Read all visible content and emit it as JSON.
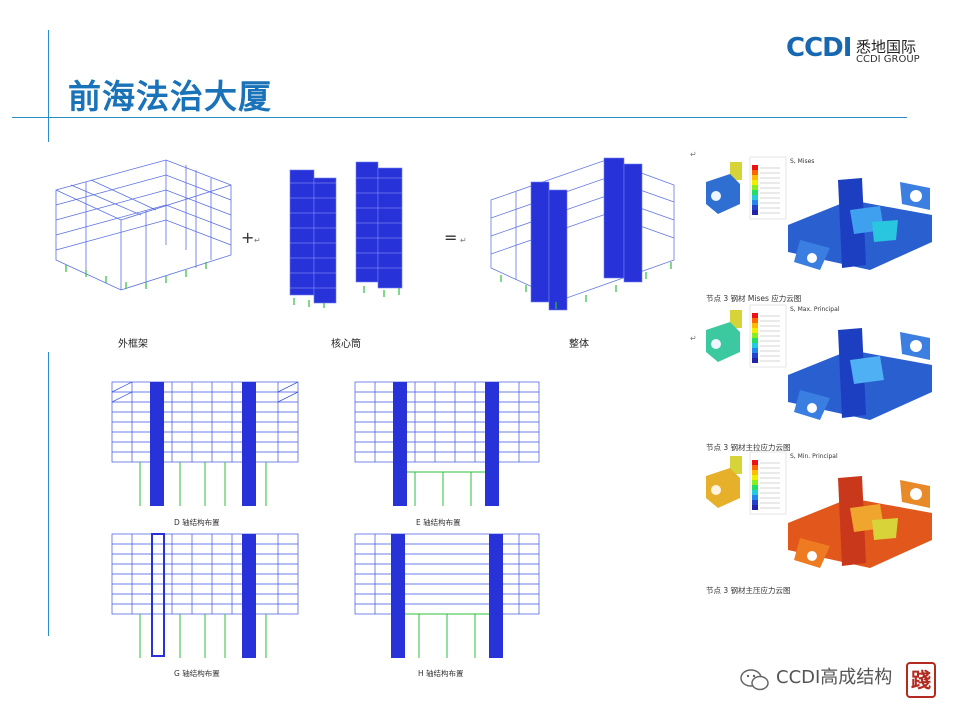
{
  "slide": {
    "title": "前海法治大厦",
    "logo": {
      "mark": "CCDI",
      "name_cn": "悉地国际",
      "name_en": "CCDI GROUP"
    },
    "top_diagram": {
      "captions": [
        "外框架",
        "核心筒",
        "整体"
      ],
      "operators": [
        "+",
        "="
      ]
    },
    "elevations": [
      "D 轴结构布置",
      "E 轴结构布置",
      "G 轴结构布置",
      "H 轴结构布置"
    ],
    "fea": {
      "captions": [
        "节点 3 钢材 Mises 应力云图",
        "节点 3 钢材主拉应力云图",
        "节点 3 钢材主压应力云图"
      ],
      "legend_titles": [
        "S, Mises",
        "S, Max. Principal",
        "S, Min. Principal"
      ]
    },
    "watermark": "CCDI高成结构",
    "seal_char": "踐",
    "colors": {
      "accent": "#1a73b8",
      "line": "#2a8fc8",
      "structure_blue": "#1f2fd6",
      "support_green": "#2fbf3a"
    }
  }
}
